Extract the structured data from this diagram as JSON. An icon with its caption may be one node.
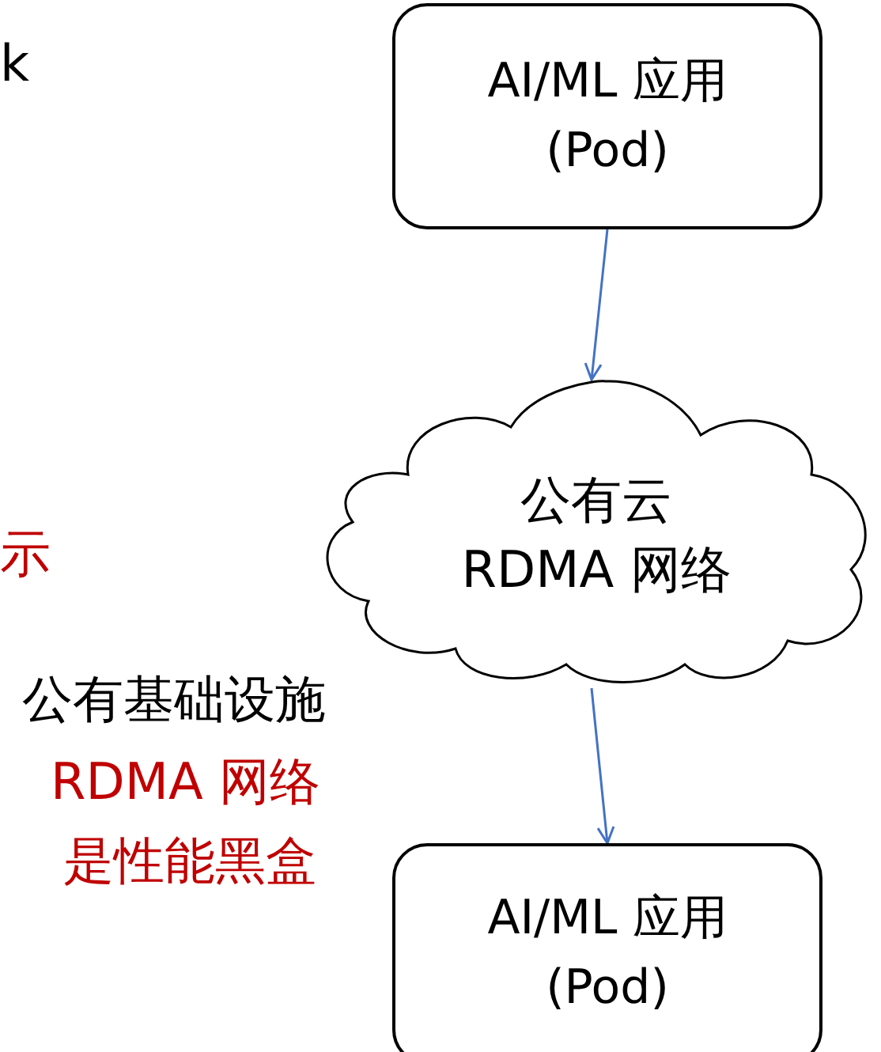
{
  "diagram": {
    "nodes": [
      {
        "text": [
          "AI/ML 应用 (Pod)"
        ]
      },
      {
        "text": [
          "公有云 RDMA 网络"
        ]
      },
      {
        "text": [
          "AI/ML 应用 (Pod)"
        ]
      }
    ],
    "edges": [
      {
        "from": 0,
        "to": 1,
        "arrow": "to"
      },
      {
        "from": 1,
        "to": 2,
        "arrow": "to"
      }
    ],
    "labels": [
      "k",
      "示",
      "公有基础设施",
      "RDMA 网络",
      "是性能黑盒"
    ]
  }
}
